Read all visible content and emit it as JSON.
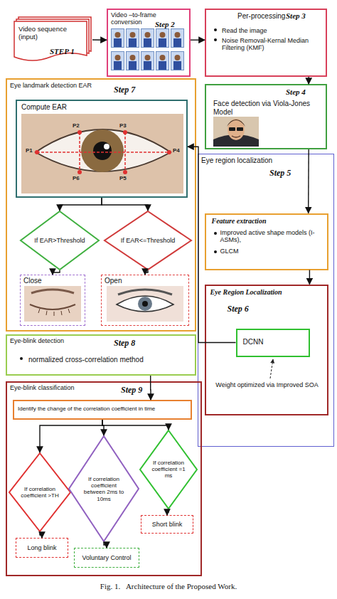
{
  "diagram": {
    "caption": "Fig. 1.   Architecture of the Proposed Work.",
    "nodes": [
      {
        "text": [
          "Video sequence (input)",
          "STEP 1"
        ]
      },
      {
        "text": [
          "Video –to-frame conversion",
          "Step 2"
        ]
      },
      {
        "text": [
          "Per-processing",
          "Step 3",
          "Read the image",
          "Noise Removal-Kernal Median Filtering (KMF)"
        ]
      },
      {
        "text": [
          "Eye landmark detection EAR",
          "Step 7"
        ]
      },
      {
        "text": [
          "Compute EAR"
        ],
        "in": 3
      },
      {
        "text": [
          "If EAR>Threshold"
        ],
        "in": 3
      },
      {
        "text": [
          "If EAR<=Threshold"
        ],
        "in": 3
      },
      {
        "text": [
          "Close"
        ],
        "in": 3
      },
      {
        "text": [
          "Open"
        ],
        "in": 3
      },
      {
        "text": [
          "Face detection via Viola-Jones Model",
          "Step 4"
        ]
      },
      {
        "text": [
          "Eye region localization",
          "Step 5"
        ]
      },
      {
        "text": [
          "Feature extraction",
          "Improved active shape models (I-ASMs),",
          "GLCM"
        ],
        "in": 10
      },
      {
        "text": [
          "Eye Region Localization",
          "Step 6",
          "Weight optimized via Improved SOA"
        ],
        "in": 10
      },
      {
        "text": [
          "DCNN"
        ],
        "in": 12
      },
      {
        "text": [
          "Eye-blink detection",
          "Step 8",
          "normalized cross-correlation method"
        ]
      },
      {
        "text": [
          "Eye-blink classification",
          "Step 9"
        ]
      },
      {
        "text": [
          "Identify the change of the correlation coefficient in time"
        ],
        "in": 15
      },
      {
        "text": [
          "If correlation coefficient >TH"
        ],
        "in": 15
      },
      {
        "text": [
          "If correlation coefficient between 2ms to 10ms"
        ],
        "in": 15
      },
      {
        "text": [
          "If correlation coefficient =1 ms"
        ],
        "in": 15
      },
      {
        "text": [
          "Long blink"
        ],
        "in": 15
      },
      {
        "text": [
          "Voluntary Control"
        ],
        "in": 15
      },
      {
        "text": [
          "Short blink"
        ],
        "in": 15
      }
    ],
    "edges": [
      {
        "from": 0,
        "to": 1,
        "arrow": "to"
      },
      {
        "from": 1,
        "to": 2,
        "arrow": "to"
      },
      {
        "from": 2,
        "to": 9,
        "arrow": "to"
      },
      {
        "from": 9,
        "to": 11,
        "arrow": "to"
      },
      {
        "from": 11,
        "to": 12,
        "arrow": "to"
      },
      {
        "from": 13,
        "to": 4,
        "arrow": "to"
      },
      {
        "from": 4,
        "to": 5,
        "arrow": "to"
      },
      {
        "from": 4,
        "to": 6,
        "arrow": "to"
      },
      {
        "from": 5,
        "to": 7,
        "arrow": "to"
      },
      {
        "from": 6,
        "to": 8,
        "arrow": "to"
      },
      {
        "from": 14,
        "to": 16,
        "arrow": "to"
      },
      {
        "from": 16,
        "to": 17,
        "arrow": "to"
      },
      {
        "from": 16,
        "to": 18,
        "arrow": "to"
      },
      {
        "from": 16,
        "to": 19,
        "arrow": "to"
      },
      {
        "from": 17,
        "to": 20,
        "arrow": "to"
      },
      {
        "from": 18,
        "to": 21,
        "arrow": "to"
      },
      {
        "from": 19,
        "to": 22,
        "arrow": "to"
      }
    ],
    "labels": [
      "P1",
      "P2",
      "P3",
      "P4",
      "P5",
      "P6"
    ]
  }
}
